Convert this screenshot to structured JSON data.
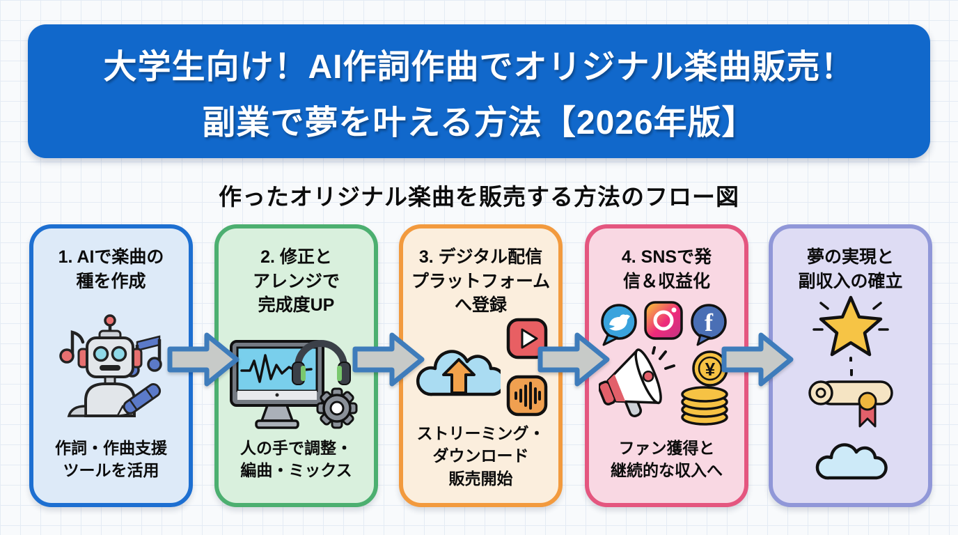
{
  "header": {
    "line1": "大学生向け！AI作詞作曲でオリジナル楽曲販売！",
    "line2": "副業で夢を叶える方法【2026年版】",
    "bg_color": "#1168cb",
    "text_color": "#ffffff"
  },
  "subtitle": "作ったオリジナル楽曲を販売する方法のフロー図",
  "flow": {
    "arrow": {
      "fill": "#c7cac8",
      "stroke": "#3e7cbb",
      "count": 4
    },
    "cards": [
      {
        "title": "1. AIで楽曲の\n種を作成",
        "caption": "作詞・作曲支援\nツールを活用",
        "border": "#1d6fd1",
        "bg": "#ddeaf8",
        "icons": [
          "robot-icon",
          "music-notes-icon",
          "pen-icon"
        ]
      },
      {
        "title": "2. 修正と\nアレンジで\n完成度UP",
        "caption": "人の手で調整・\n編曲・ミックス",
        "border": "#4caf70",
        "bg": "#d9f0dd",
        "icons": [
          "monitor-waveform-icon",
          "headphones-icon",
          "gear-icon"
        ]
      },
      {
        "title": "3. デジタル配信\nプラットフォーム\nへ登録",
        "caption": "ストリーミング・\nダウンロード\n販売開始",
        "border": "#f29a3e",
        "bg": "#fbeedd",
        "icons": [
          "cloud-upload-icon",
          "play-button-icon",
          "audio-wave-icon"
        ]
      },
      {
        "title": "4. SNSで発\n信＆収益化",
        "caption": "ファン獲得と\n継続的な収入へ",
        "border": "#e4567f",
        "bg": "#f9d8e3",
        "icons": [
          "twitter-icon",
          "instagram-icon",
          "facebook-icon",
          "megaphone-icon",
          "yen-coins-icon"
        ]
      },
      {
        "title": "夢の実現と\n副収入の確立",
        "caption": "",
        "border": "#9097d8",
        "bg": "#dedcf4",
        "icons": [
          "star-icon",
          "diploma-icon",
          "cloud-icon"
        ]
      }
    ]
  },
  "colors": {
    "background": "#f8fafc",
    "grid_line": "#e4ebf4",
    "text": "#0c0c0c"
  }
}
